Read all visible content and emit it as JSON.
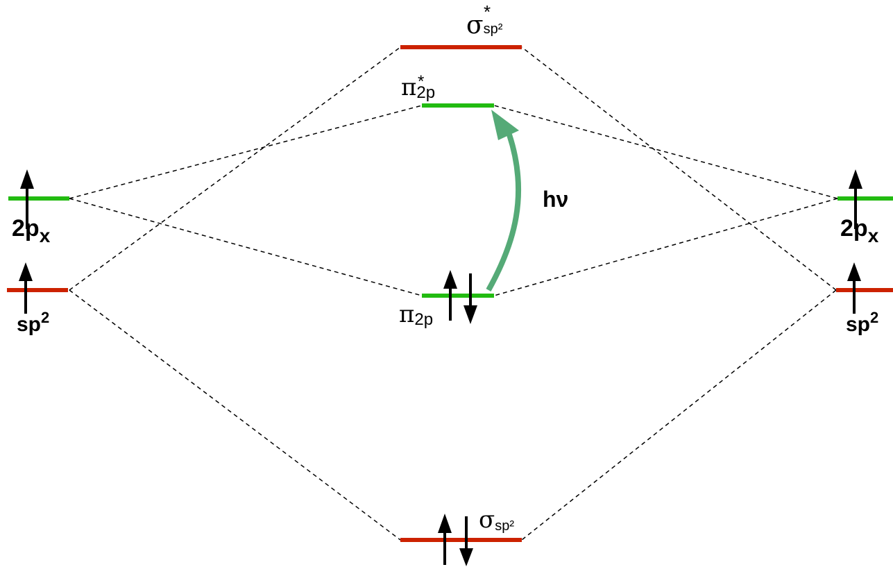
{
  "colors": {
    "sigma_level": "#cc2200",
    "pi_level": "#22bb11",
    "excitation_arrow": "#55aa77",
    "electron": "#000000",
    "connector": "#000000"
  },
  "left_atom": {
    "p_label_main": "2p",
    "p_label_sub": "x",
    "sp_label_main": "sp",
    "sp_label_sup": "2"
  },
  "right_atom": {
    "p_label_main": "2p",
    "p_label_sub": "x",
    "sp_label_main": "sp",
    "sp_label_sup": "2"
  },
  "molecular_orbitals": {
    "sigma_star": {
      "symbol": "σ",
      "sub": "sp²",
      "sup": "*"
    },
    "pi_star": {
      "symbol": "π",
      "sub": "2p",
      "sup": "*"
    },
    "pi": {
      "symbol": "π",
      "sub": "2p"
    },
    "sigma": {
      "symbol": "σ",
      "sub": "sp²"
    }
  },
  "excitation_label": "hν"
}
